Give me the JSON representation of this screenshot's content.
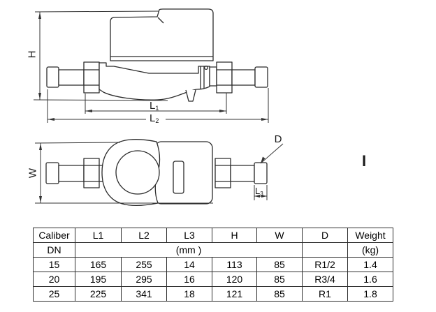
{
  "drawing": {
    "labels": {
      "h": "H",
      "w": "W",
      "d": "D",
      "l": "L",
      "sub1": "1",
      "sub2": "2",
      "sub3": "3",
      "stray": "I"
    },
    "line_color": "#2b2b2b"
  },
  "table": {
    "header": [
      "Caliber",
      "L1",
      "L2",
      "L3",
      "H",
      "W",
      "D",
      "Weight"
    ],
    "subheader": {
      "dn": "DN",
      "unit_mm": "(mm )",
      "d_empty": "",
      "unit_kg": "(kg)"
    },
    "rows": [
      [
        "15",
        "165",
        "255",
        "14",
        "113",
        "85",
        "R1/2",
        "1.4"
      ],
      [
        "20",
        "195",
        "295",
        "16",
        "120",
        "85",
        "R3/4",
        "1.6"
      ],
      [
        "25",
        "225",
        "341",
        "18",
        "121",
        "85",
        "R1",
        "1.8"
      ]
    ]
  }
}
